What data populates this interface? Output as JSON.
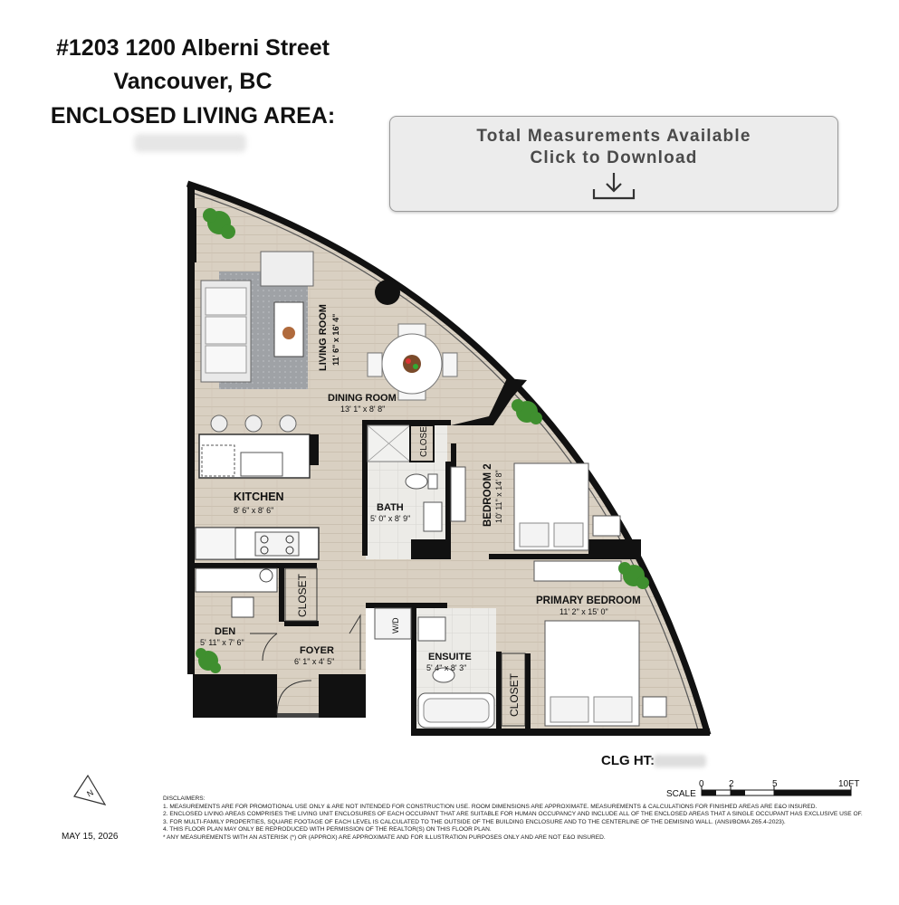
{
  "header": {
    "address_line1": "#1203 1200 Alberni Street",
    "address_line2": "Vancouver, BC",
    "area_label": "ENCLOSED LIVING AREA:"
  },
  "download": {
    "line1": "Total Measurements Available",
    "line2": "Click to Download",
    "icon": "download-icon"
  },
  "rooms": {
    "living": {
      "name": "LIVING ROOM",
      "dims": "11' 6\" x 16' 4\""
    },
    "dining": {
      "name": "DINING ROOM",
      "dims": "13' 1\" x 8' 8\""
    },
    "kitchen": {
      "name": "KITCHEN",
      "dims": "8' 6\" x 8' 6\""
    },
    "bath": {
      "name": "BATH",
      "dims": "5' 0\" x 8' 9\""
    },
    "bedroom2": {
      "name": "BEDROOM 2",
      "dims": "10' 11\" x 14' 8\""
    },
    "primary": {
      "name": "PRIMARY BEDROOM",
      "dims": "11' 2\" x 15' 0\""
    },
    "den": {
      "name": "DEN",
      "dims": "5' 11\" x 7' 6\""
    },
    "foyer": {
      "name": "FOYER",
      "dims": "6' 1\" x 4' 5\""
    },
    "ensuite": {
      "name": "ENSUITE",
      "dims": "5' 4\" x 8' 3\""
    },
    "closet": "CLOSET",
    "wd": "W/D"
  },
  "ceiling": {
    "label": "CLG HT:"
  },
  "scale": {
    "label": "SCALE",
    "ticks": [
      "0",
      "2",
      "5",
      "10FT"
    ]
  },
  "compass": {
    "letter": "N"
  },
  "disclaimers": {
    "title": "DISCLAIMERS:",
    "lines": [
      "1. MEASUREMENTS ARE FOR PROMOTIONAL USE ONLY & ARE NOT INTENDED FOR CONSTRUCTION USE. ROOM DIMENSIONS ARE APPROXIMATE. MEASUREMENTS & CALCULATIONS FOR FINISHED AREAS ARE E&O INSURED.",
      "2. ENCLOSED LIVING AREAS COMPRISES THE LIVING UNIT ENCLOSURES OF EACH OCCUPANT THAT ARE SUITABLE FOR HUMAN OCCUPANCY AND INCLUDE ALL OF THE ENCLOSED AREAS THAT A SINGLE OCCUPANT HAS EXCLUSIVE USE OF.",
      "3. FOR MULTI-FAMILY PROPERTIES, SQUARE FOOTAGE OF EACH LEVEL IS CALCULATED TO THE OUTSIDE OF THE BUILDING ENCLOSURE AND TO THE CENTERLINE OF THE DEMISING WALL. (ANSI/BOMA Z65.4-2023).",
      "4. THIS FLOOR PLAN MAY ONLY BE REPRODUCED WITH PERMISSION OF THE REALTOR(S) ON THIS FLOOR PLAN.",
      "* ANY MEASUREMENTS WITH AN ASTERISK (*) OR (APPROX) ARE APPROXIMATE AND FOR ILLUSTRATION PURPOSES ONLY AND ARE NOT E&O INSURED."
    ]
  },
  "date": "MAY 15, 2026",
  "colors": {
    "floor": "#d8cfc0",
    "tile": "#ecebe7",
    "wall": "#111111",
    "plant": "#3f8f2f"
  }
}
